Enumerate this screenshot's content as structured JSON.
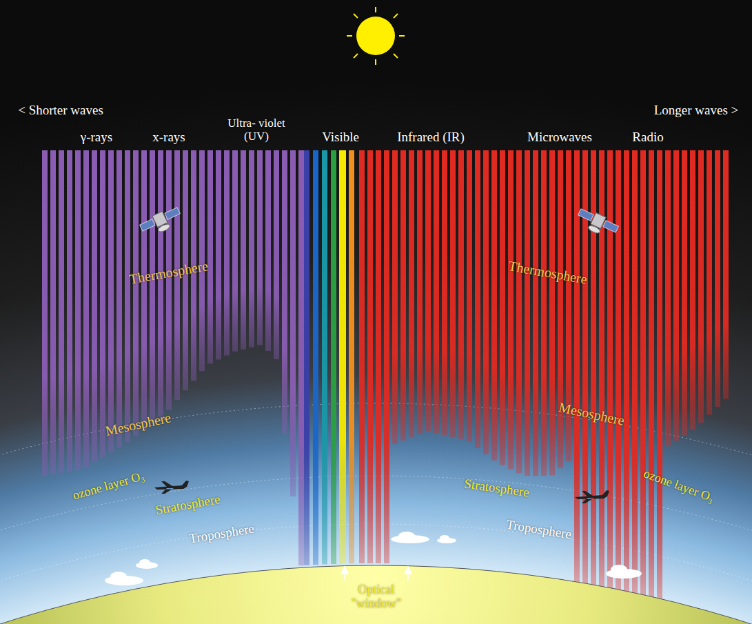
{
  "diagram": {
    "labels": [
      "< Shorter waves",
      "Longer waves >",
      "γ-rays",
      "x-rays",
      "Ultra- violet (UV)",
      "Visible",
      "Infrared (IR)",
      "Microwaves",
      "Radio",
      "Thermosphere",
      "Mesosphere",
      "ozone layer O₃",
      "Stratosphere",
      "Troposphere",
      "Thermosphere",
      "Mesosphere",
      "Stratosphere",
      "ozone layer O₃",
      "Troposphere",
      "Optical \"window\""
    ]
  }
}
